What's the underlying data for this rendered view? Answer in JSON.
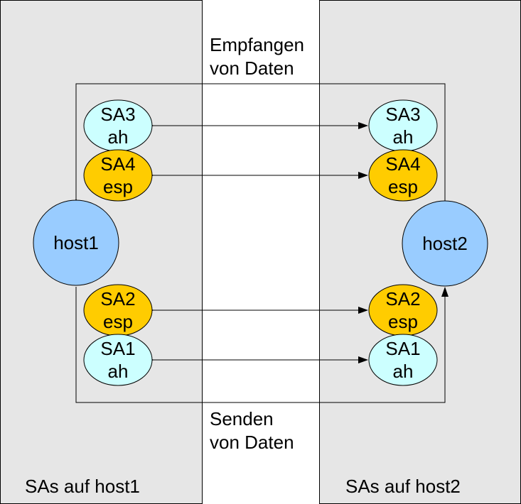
{
  "panels": {
    "left": {
      "label": "SAs auf host1"
    },
    "right": {
      "label": "SAs auf host2"
    }
  },
  "center": {
    "receive_line1": "Empfangen",
    "receive_line2": "von Daten",
    "send_line1": "Senden",
    "send_line2": "von Daten"
  },
  "hosts": {
    "host1": {
      "label": "host1"
    },
    "host2": {
      "label": "host2"
    }
  },
  "sas": {
    "left": {
      "sa3": {
        "line1": "SA3",
        "line2": "ah"
      },
      "sa4": {
        "line1": "SA4",
        "line2": "esp"
      },
      "sa2": {
        "line1": "SA2",
        "line2": "esp"
      },
      "sa1": {
        "line1": "SA1",
        "line2": "ah"
      }
    },
    "right": {
      "sa3": {
        "line1": "SA3",
        "line2": "ah"
      },
      "sa4": {
        "line1": "SA4",
        "line2": "esp"
      },
      "sa2": {
        "line1": "SA2",
        "line2": "esp"
      },
      "sa1": {
        "line1": "SA1",
        "line2": "ah"
      }
    }
  },
  "colors": {
    "panel_fill": "#e6e6e6",
    "ah_fill": "#ccffff",
    "esp_fill": "#ffcc00",
    "host_fill": "#99ccff",
    "stroke": "#000000"
  }
}
